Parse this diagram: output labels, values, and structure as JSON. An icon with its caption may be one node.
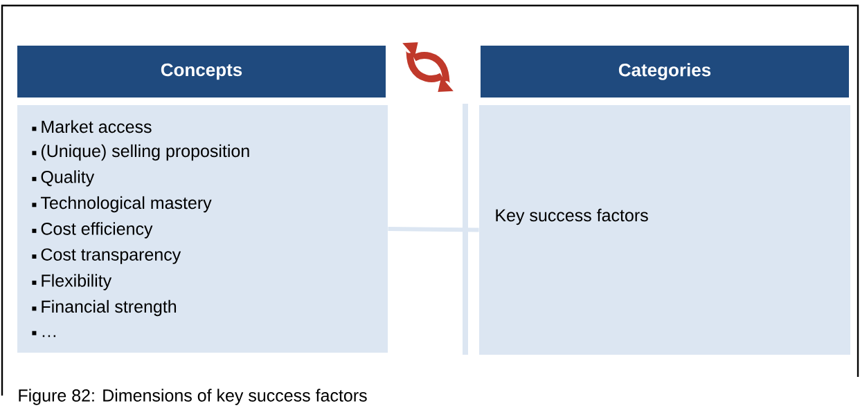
{
  "diagram": {
    "caption": "Figure 82: Dimensions of key success factors",
    "nodes": [
      {
        "text": [
          "Concepts"
        ]
      },
      {
        "text": [
          "Market access",
          "(Unique) selling proposition",
          "Quality",
          "Technological mastery",
          "Cost efficiency",
          "Cost transparency",
          "Flexibility",
          "Financial strength",
          "…"
        ]
      },
      {
        "text": [
          "Categories"
        ]
      },
      {
        "text": [
          "Key success factors"
        ]
      }
    ],
    "edges": [
      {
        "from": 1,
        "to": 3,
        "arrow": "none"
      }
    ]
  }
}
